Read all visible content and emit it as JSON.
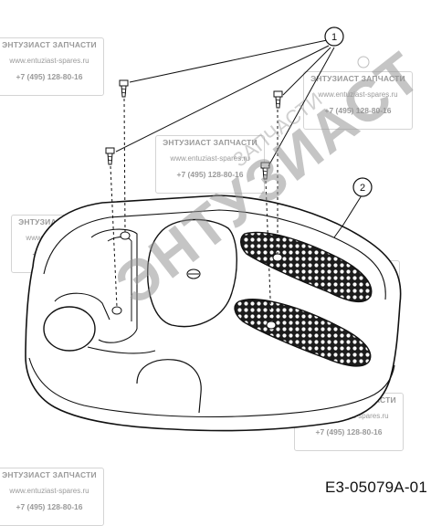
{
  "watermark": {
    "name": "ЭНТУЗИАСТ ЗАПЧАСТИ",
    "site": "www.entuziast-spares.ru",
    "phone": "+7 (495) 128-80-16",
    "big_text": "ЭНТУЗИАСТ",
    "big_sub": "ЗАПЧАСТИ"
  },
  "callouts": {
    "screws": "1",
    "cover": "2"
  },
  "diagram_code": "E3-05079A-01"
}
